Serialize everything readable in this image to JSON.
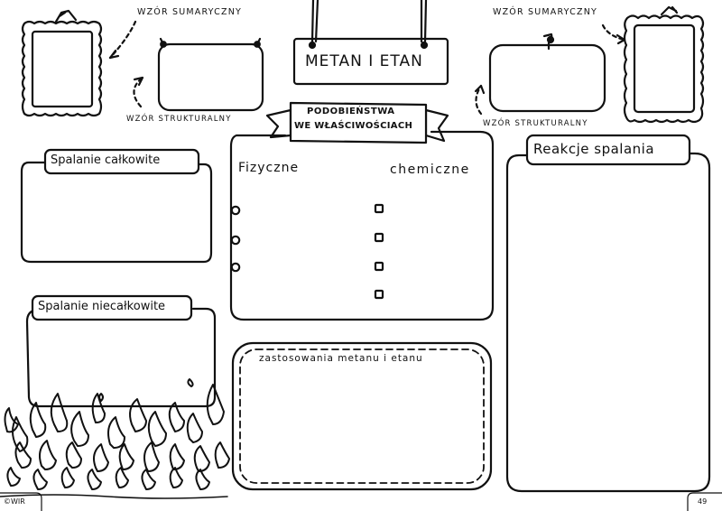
{
  "title": "METAN I ETAN",
  "labels": {
    "summary_formula_left": "wzór sumaryczny",
    "structural_formula_left": "wzór strukturalny",
    "summary_formula_right": "wzór sumaryczny",
    "structural_formula_right": "wzór strukturalny"
  },
  "similarities": {
    "banner_line1": "Podobieństwa",
    "banner_line2": "we właściwościach",
    "physical_heading": "Fizyczne",
    "chemical_heading": "chemiczne"
  },
  "complete_combustion": "Spalanie całkowite",
  "incomplete_combustion": "Spalanie niecałkowite",
  "combustion_reactions": "Reakcje spalania",
  "applications": "zastosowania metanu i etanu",
  "footer": {
    "copyright": "©WIR",
    "page_number": "49"
  }
}
